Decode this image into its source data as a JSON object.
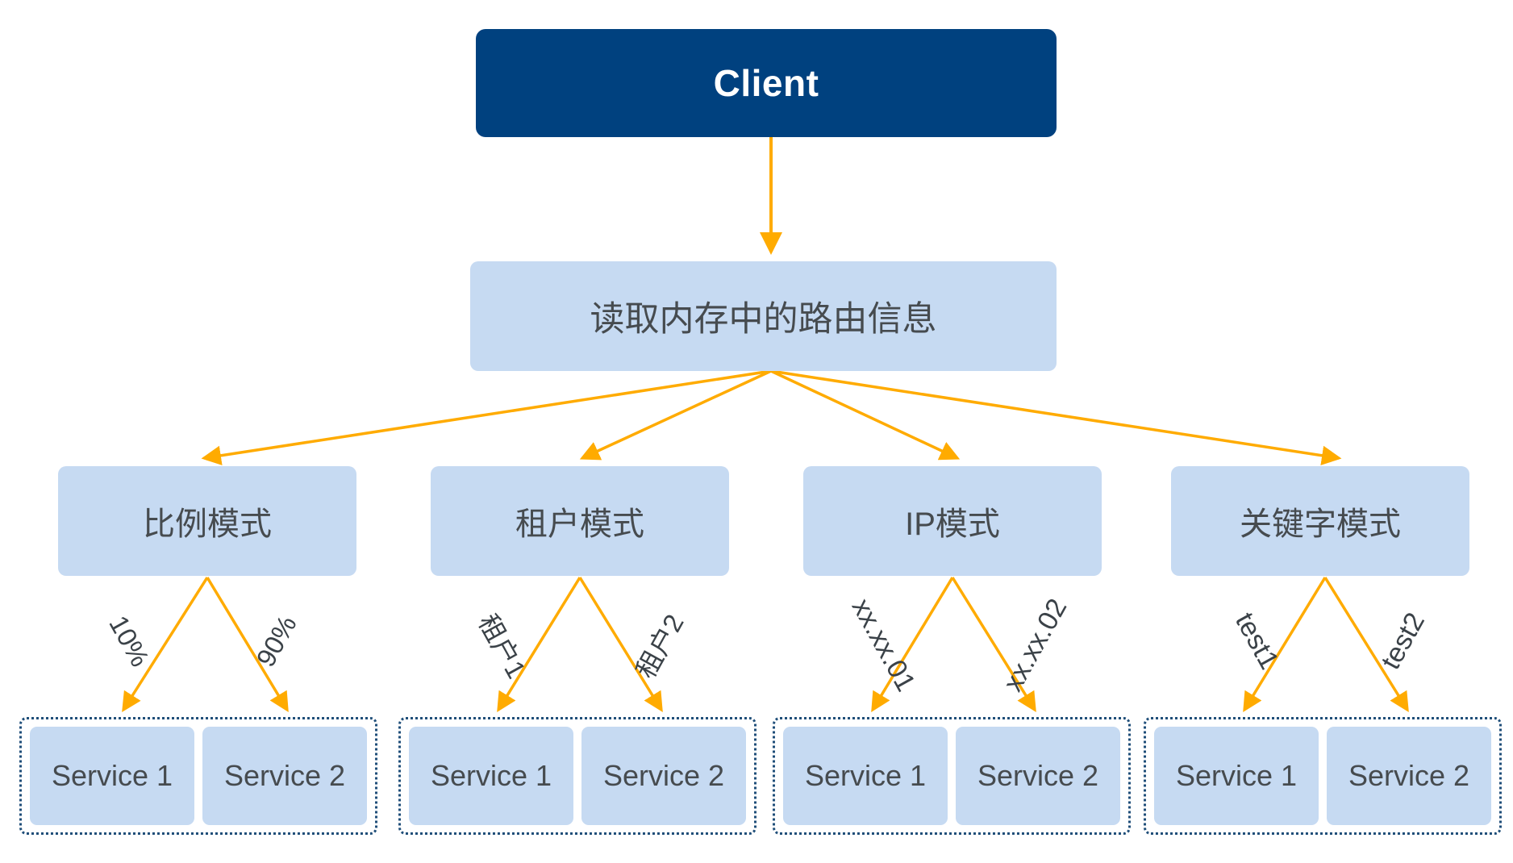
{
  "diagram": {
    "title_node": {
      "label": "Client"
    },
    "route_node": {
      "label": "读取内存中的路由信息"
    },
    "colors": {
      "client_fill": "#00417F",
      "client_text": "#FFFFFF",
      "box_fill": "#C6DAF2",
      "box_text": "#464B4F",
      "arrow": "#FFAB00",
      "group_border": "#1F4E79",
      "background": "#FFFFFF"
    },
    "modes": [
      {
        "label": "比例模式",
        "left_edge_label": "10%",
        "right_edge_label": "90%",
        "services": [
          "Service 1",
          "Service 2"
        ]
      },
      {
        "label": "租户模式",
        "left_edge_label": "租户1",
        "right_edge_label": "租户2",
        "services": [
          "Service 1",
          "Service 2"
        ]
      },
      {
        "label": "IP模式",
        "left_edge_label": "xx.xx.01",
        "right_edge_label": "xx.xx.02",
        "services": [
          "Service 1",
          "Service 2"
        ]
      },
      {
        "label": "关键字模式",
        "left_edge_label": "test1",
        "right_edge_label": "test2",
        "services": [
          "Service 1",
          "Service 2"
        ]
      }
    ]
  }
}
